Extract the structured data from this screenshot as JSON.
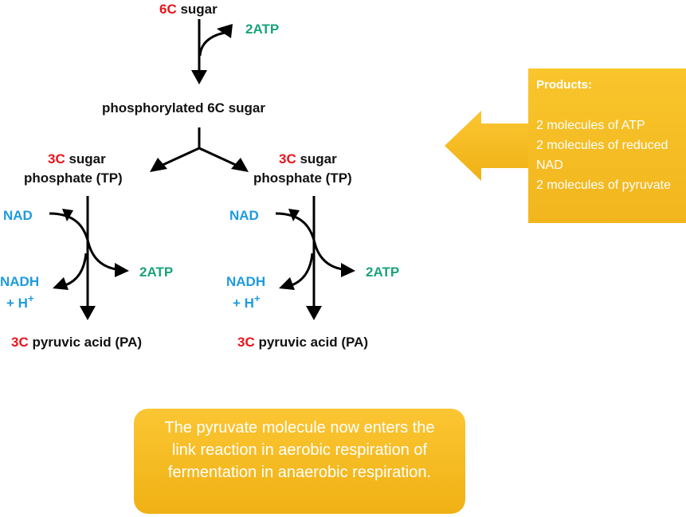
{
  "colors": {
    "carbon_red": "#e8141b",
    "atp_green": "#1aa37a",
    "nad_blue": "#1e9be0",
    "box_yellow": "#f5bb22"
  },
  "diagram": {
    "top": {
      "carbon": "6C",
      "label": " sugar",
      "atp_in": "2ATP"
    },
    "middle": {
      "label": "phosphorylated 6C sugar"
    },
    "branches": [
      {
        "tp_carbon": "3C",
        "tp_label_1": " sugar",
        "tp_label_2": "phosphate (TP)",
        "nad": "NAD",
        "nadh": "NADH",
        "h_plus": "+ H",
        "h_sup": "+",
        "atp_out": "2ATP",
        "pa_carbon": "3C",
        "pa_label": " pyruvic acid (PA)"
      },
      {
        "tp_carbon": "3C",
        "tp_label_1": " sugar",
        "tp_label_2": "phosphate (TP)",
        "nad": "NAD",
        "nadh": "NADH",
        "h_plus": "+ H",
        "h_sup": "+",
        "atp_out": "2ATP",
        "pa_carbon": "3C",
        "pa_label": " pyruvic acid (PA)"
      }
    ]
  },
  "products": {
    "title": "Products:",
    "items": [
      "2 molecules of ATP",
      "2 molecules of reduced NAD",
      "2 molecules of pyruvate"
    ]
  },
  "note": {
    "text": "The pyruvate molecule now enters the link reaction in aerobic respiration of fermentation in anaerobic respiration."
  }
}
